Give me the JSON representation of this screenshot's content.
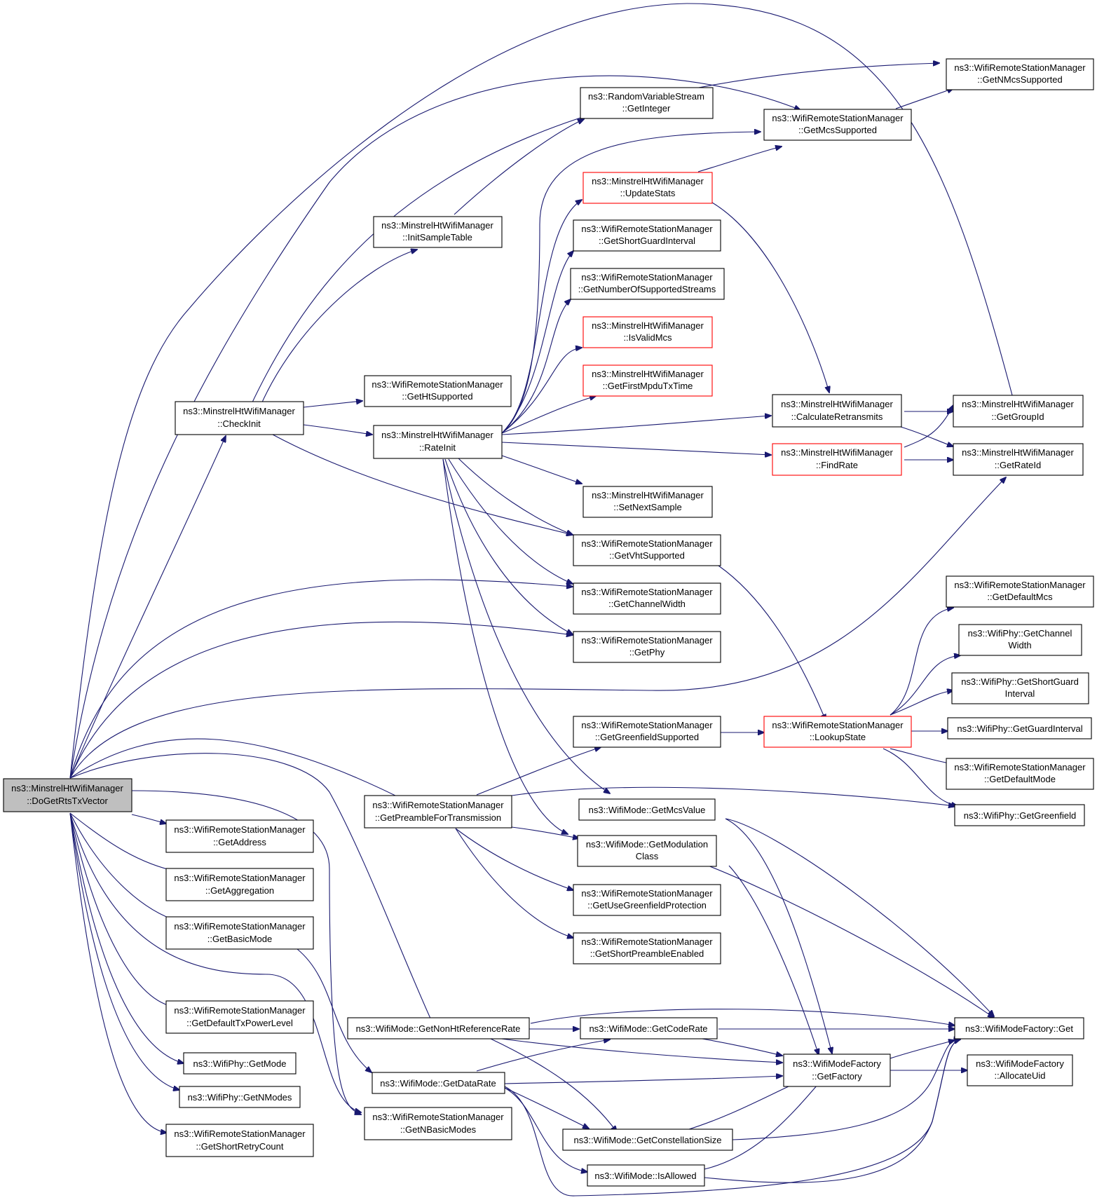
{
  "nodes": [
    {
      "id": "root",
      "lines": [
        "ns3::MinstrelHtWifiManager",
        "::DoGetRtsTxVector"
      ],
      "style": "root"
    },
    {
      "id": "checkInit",
      "lines": [
        "ns3::MinstrelHtWifiManager",
        "::CheckInit"
      ],
      "style": "normal"
    },
    {
      "id": "initSample",
      "lines": [
        "ns3::MinstrelHtWifiManager",
        "::InitSampleTable"
      ],
      "style": "normal"
    },
    {
      "id": "getInteger",
      "lines": [
        "ns3::RandomVariableStream",
        "::GetInteger"
      ],
      "style": "normal"
    },
    {
      "id": "getHtSupported",
      "lines": [
        "ns3::WifiRemoteStationManager",
        "::GetHtSupported"
      ],
      "style": "normal"
    },
    {
      "id": "rateInit",
      "lines": [
        "ns3::MinstrelHtWifiManager",
        "::RateInit"
      ],
      "style": "normal"
    },
    {
      "id": "getMcsSupported",
      "lines": [
        "ns3::WifiRemoteStationManager",
        "::GetMcsSupported"
      ],
      "style": "normal"
    },
    {
      "id": "getNMcsSupported",
      "lines": [
        "ns3::WifiRemoteStationManager",
        "::GetNMcsSupported"
      ],
      "style": "normal"
    },
    {
      "id": "updateStats",
      "lines": [
        "ns3::MinstrelHtWifiManager",
        "::UpdateStats"
      ],
      "style": "red"
    },
    {
      "id": "getShortGI",
      "lines": [
        "ns3::WifiRemoteStationManager",
        "::GetShortGuardInterval"
      ],
      "style": "normal"
    },
    {
      "id": "getNumStreams",
      "lines": [
        "ns3::WifiRemoteStationManager",
        "::GetNumberOfSupportedStreams"
      ],
      "style": "normal"
    },
    {
      "id": "isValidMcs",
      "lines": [
        "ns3::MinstrelHtWifiManager",
        "::IsValidMcs"
      ],
      "style": "red"
    },
    {
      "id": "getFirstMpdu",
      "lines": [
        "ns3::MinstrelHtWifiManager",
        "::GetFirstMpduTxTime"
      ],
      "style": "red"
    },
    {
      "id": "calcRetrans",
      "lines": [
        "ns3::MinstrelHtWifiManager",
        "::CalculateRetransmits"
      ],
      "style": "normal"
    },
    {
      "id": "getGroupId",
      "lines": [
        "ns3::MinstrelHtWifiManager",
        "::GetGroupId"
      ],
      "style": "normal"
    },
    {
      "id": "findRate",
      "lines": [
        "ns3::MinstrelHtWifiManager",
        "::FindRate"
      ],
      "style": "red"
    },
    {
      "id": "getRateId",
      "lines": [
        "ns3::MinstrelHtWifiManager",
        "::GetRateId"
      ],
      "style": "normal"
    },
    {
      "id": "setNextSample",
      "lines": [
        "ns3::MinstrelHtWifiManager",
        "::SetNextSample"
      ],
      "style": "normal"
    },
    {
      "id": "getVht",
      "lines": [
        "ns3::WifiRemoteStationManager",
        "::GetVhtSupported"
      ],
      "style": "normal"
    },
    {
      "id": "getChanWidth",
      "lines": [
        "ns3::WifiRemoteStationManager",
        "::GetChannelWidth"
      ],
      "style": "normal"
    },
    {
      "id": "getPhy",
      "lines": [
        "ns3::WifiRemoteStationManager",
        "::GetPhy"
      ],
      "style": "normal"
    },
    {
      "id": "getDefMcs",
      "lines": [
        "ns3::WifiRemoteStationManager",
        "::GetDefaultMcs"
      ],
      "style": "normal"
    },
    {
      "id": "phyChanWidth",
      "lines": [
        "ns3::WifiPhy::GetChannel",
        "Width"
      ],
      "style": "normal"
    },
    {
      "id": "phyShortGI",
      "lines": [
        "ns3::WifiPhy::GetShortGuard",
        "Interval"
      ],
      "style": "normal"
    },
    {
      "id": "phyGI",
      "lines": [
        "ns3::WifiPhy::GetGuardInterval"
      ],
      "style": "normal"
    },
    {
      "id": "getGreenfield",
      "lines": [
        "ns3::WifiRemoteStationManager",
        "::GetGreenfieldSupported"
      ],
      "style": "normal"
    },
    {
      "id": "lookupState",
      "lines": [
        "ns3::WifiRemoteStationManager",
        "::LookupState"
      ],
      "style": "red"
    },
    {
      "id": "getDefMode",
      "lines": [
        "ns3::WifiRemoteStationManager",
        "::GetDefaultMode"
      ],
      "style": "normal"
    },
    {
      "id": "phyGreenfield",
      "lines": [
        "ns3::WifiPhy::GetGreenfield"
      ],
      "style": "normal"
    },
    {
      "id": "getPreamble",
      "lines": [
        "ns3::WifiRemoteStationManager",
        "::GetPreambleForTransmission"
      ],
      "style": "normal"
    },
    {
      "id": "getMcsValue",
      "lines": [
        "ns3::WifiMode::GetMcsValue"
      ],
      "style": "normal"
    },
    {
      "id": "getModClass",
      "lines": [
        "ns3::WifiMode::GetModulation",
        "Class"
      ],
      "style": "normal"
    },
    {
      "id": "getUseGreenfield",
      "lines": [
        "ns3::WifiRemoteStationManager",
        "::GetUseGreenfieldProtection"
      ],
      "style": "normal"
    },
    {
      "id": "getShortPreamble",
      "lines": [
        "ns3::WifiRemoteStationManager",
        "::GetShortPreambleEnabled"
      ],
      "style": "normal"
    },
    {
      "id": "getAddress",
      "lines": [
        "ns3::WifiRemoteStationManager",
        "::GetAddress"
      ],
      "style": "normal"
    },
    {
      "id": "getAggregation",
      "lines": [
        "ns3::WifiRemoteStationManager",
        "::GetAggregation"
      ],
      "style": "normal"
    },
    {
      "id": "getBasicMode",
      "lines": [
        "ns3::WifiRemoteStationManager",
        "::GetBasicMode"
      ],
      "style": "normal"
    },
    {
      "id": "getDefTxPower",
      "lines": [
        "ns3::WifiRemoteStationManager",
        "::GetDefaultTxPowerLevel"
      ],
      "style": "normal"
    },
    {
      "id": "phyGetMode",
      "lines": [
        "ns3::WifiPhy::GetMode"
      ],
      "style": "normal"
    },
    {
      "id": "phyGetNModes",
      "lines": [
        "ns3::WifiPhy::GetNModes"
      ],
      "style": "normal"
    },
    {
      "id": "getShortRetry",
      "lines": [
        "ns3::WifiRemoteStationManager",
        "::GetShortRetryCount"
      ],
      "style": "normal"
    },
    {
      "id": "getNonHtRef",
      "lines": [
        "ns3::WifiMode::GetNonHtReferenceRate"
      ],
      "style": "normal"
    },
    {
      "id": "getCodeRate",
      "lines": [
        "ns3::WifiMode::GetCodeRate"
      ],
      "style": "normal"
    },
    {
      "id": "factoryGet",
      "lines": [
        "ns3::WifiModeFactory::Get"
      ],
      "style": "normal"
    },
    {
      "id": "getFactory",
      "lines": [
        "ns3::WifiModeFactory",
        "::GetFactory"
      ],
      "style": "normal"
    },
    {
      "id": "allocateUid",
      "lines": [
        "ns3::WifiModeFactory",
        "::AllocateUid"
      ],
      "style": "normal"
    },
    {
      "id": "getDataRate",
      "lines": [
        "ns3::WifiMode::GetDataRate"
      ],
      "style": "normal"
    },
    {
      "id": "getNBasicModes",
      "lines": [
        "ns3::WifiRemoteStationManager",
        "::GetNBasicModes"
      ],
      "style": "normal"
    },
    {
      "id": "getConstSize",
      "lines": [
        "ns3::WifiMode::GetConstellationSize"
      ],
      "style": "normal"
    },
    {
      "id": "isAllowed",
      "lines": [
        "ns3::WifiMode::IsAllowed"
      ],
      "style": "normal"
    }
  ]
}
